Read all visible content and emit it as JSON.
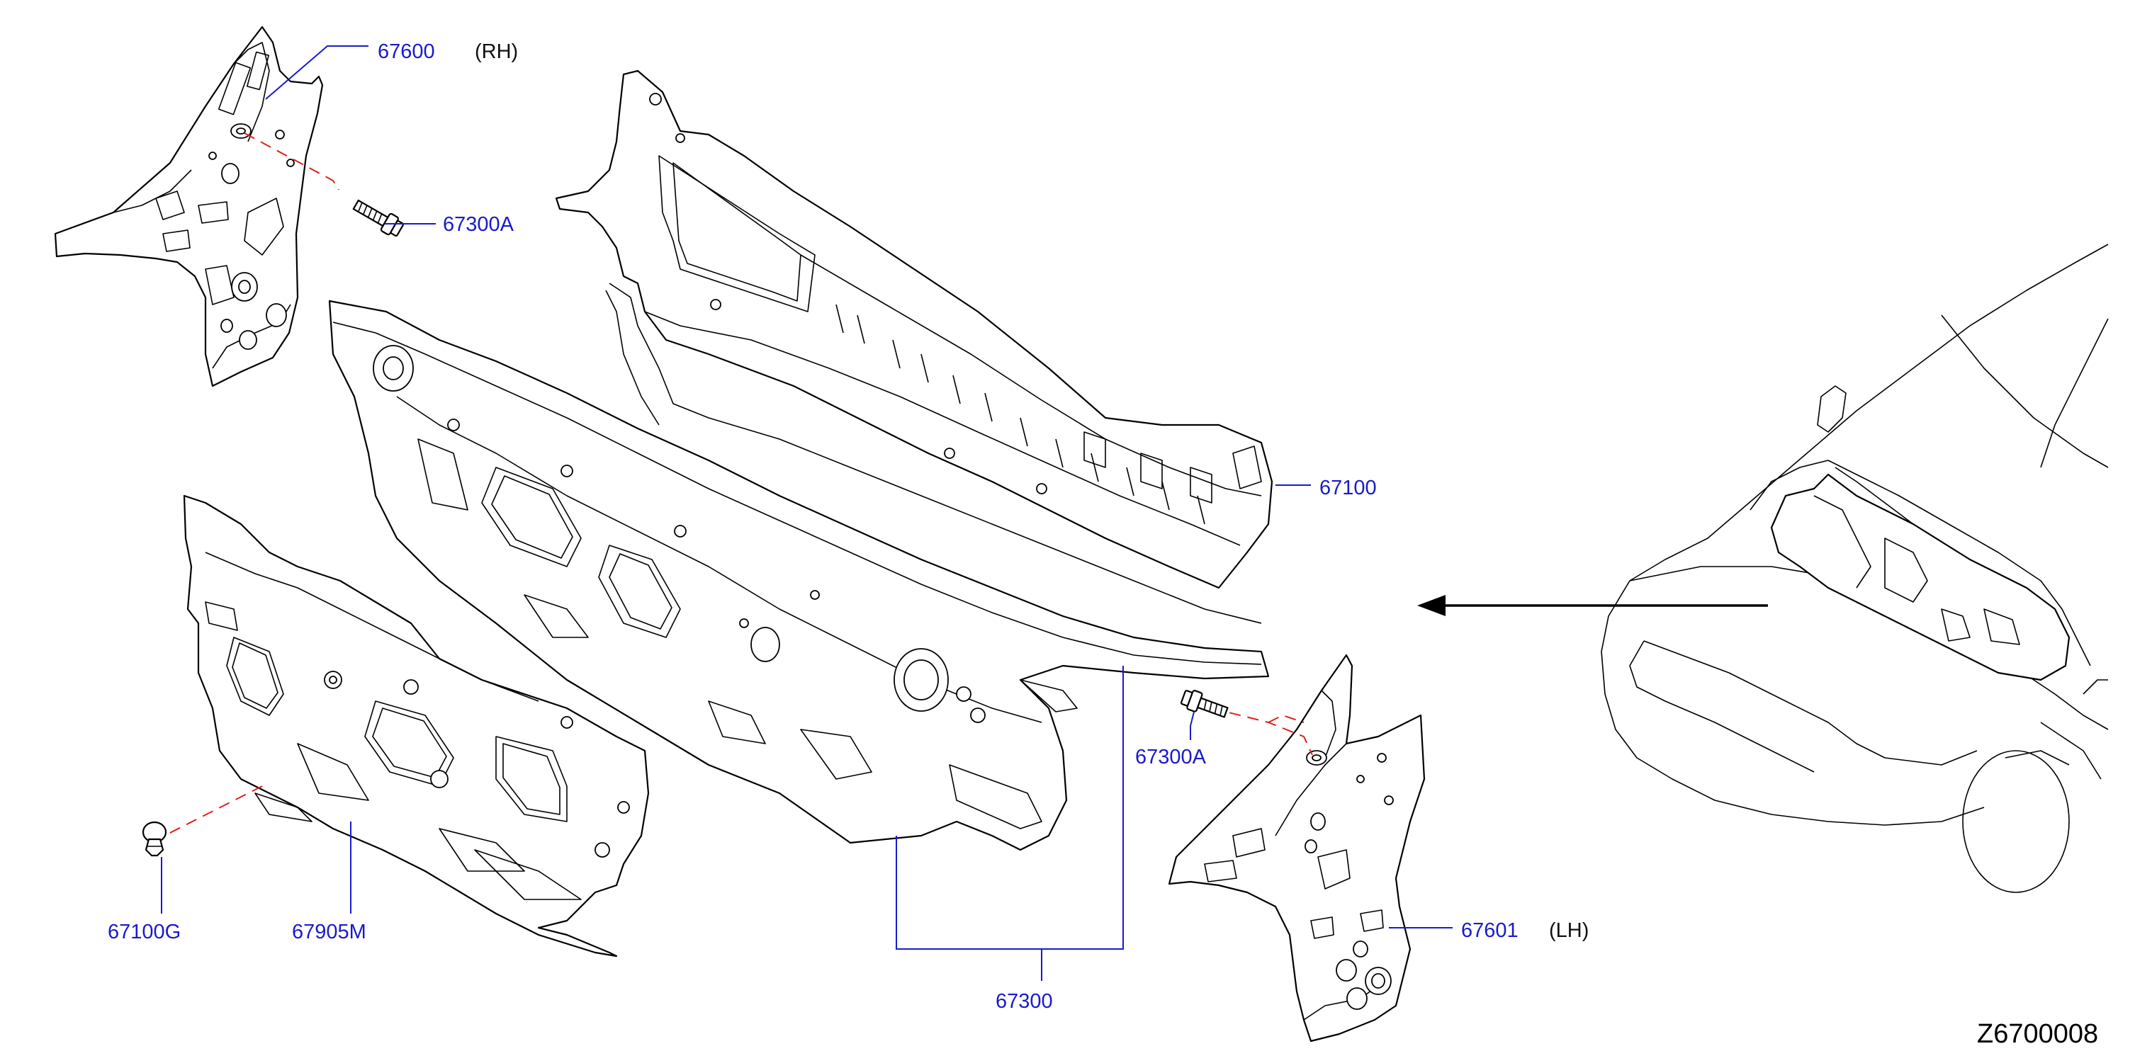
{
  "diagram": {
    "code": "Z6700008",
    "callouts": [
      {
        "id": "67600",
        "side": "(RH)"
      },
      {
        "id": "67300A"
      },
      {
        "id": "67100"
      },
      {
        "id": "67300A"
      },
      {
        "id": "67601",
        "side": "(LH)"
      },
      {
        "id": "67300"
      },
      {
        "id": "67100G"
      },
      {
        "id": "67905M"
      }
    ],
    "colors": {
      "callout_text": "#1a1acc",
      "leader": "#1a1acc",
      "hidden_line": "#e0201c",
      "outline": "#000000"
    }
  }
}
